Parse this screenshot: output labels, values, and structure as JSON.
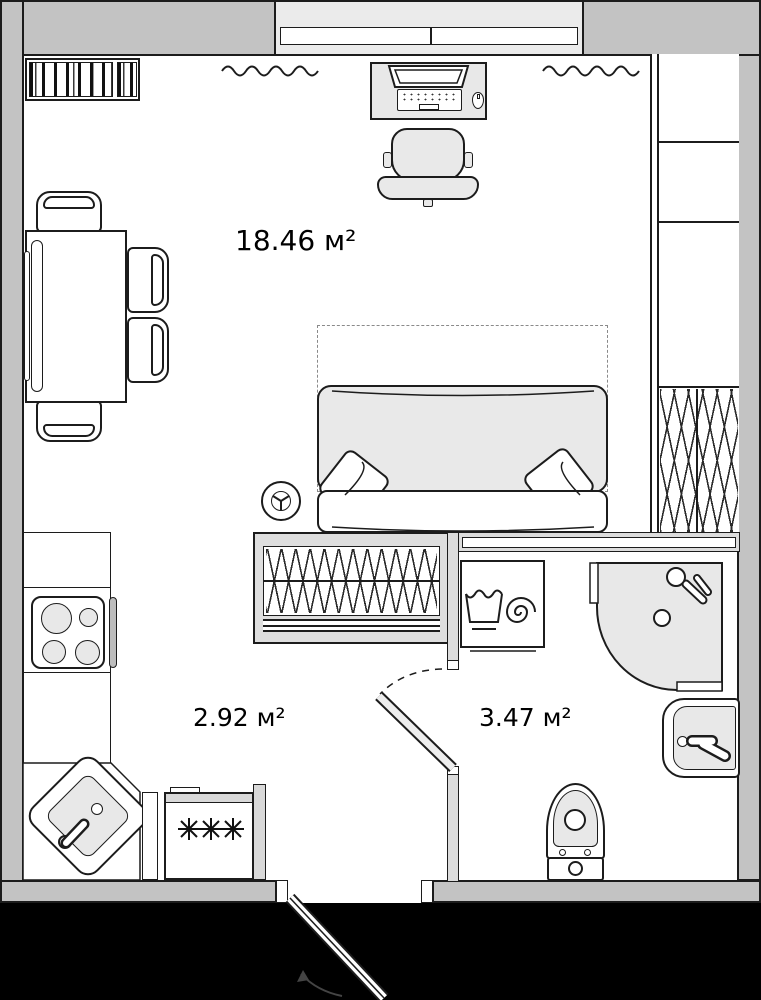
{
  "floor_plan": {
    "rooms": [
      {
        "name": "living-room",
        "area_label": "18.46 м²"
      },
      {
        "name": "kitchen",
        "area_label": "2.92 м²"
      },
      {
        "name": "bathroom",
        "area_label": "3.47 м²"
      }
    ],
    "colors": {
      "wall": "#c3c3c3",
      "interior_wall": "#dcdcdc",
      "window_frame": "#ebebeb",
      "furniture_fill": "#e8e8e8",
      "outline": "#1c1c1c",
      "floor": "#ffffff",
      "exterior": "#000000"
    },
    "icons": {
      "window-icon": "css-shape",
      "radiator-icon": "svg-squiggle",
      "laptop-icon": "svg+css",
      "desk-chair-icon": "css-shape",
      "sofa-bed-icon": "css-shape",
      "bed-outline-icon": "dashed-rect",
      "pillow-icon": "rotated-square",
      "stool-icon": "circle",
      "dining-table-icon": "rect",
      "chair-icon": "css-shape",
      "bookshelf-icon": "stripe-pattern",
      "stove-icon": "circles",
      "kitchen-sink-icon": "rotated-square",
      "fridge-icon": "svg-snowflakes",
      "wardrobe-hangers-icon": "hatch-pattern",
      "closet-shelves-icon": "rects",
      "washing-machine-icon": "svg-tub-spiral",
      "shower-icon": "svg-quarter-round",
      "wash-basin-icon": "css-shape",
      "toilet-icon": "css-shape",
      "entry-door-icon": "svg-leaf",
      "interior-door-icon": "svg-leaf-arc"
    }
  }
}
